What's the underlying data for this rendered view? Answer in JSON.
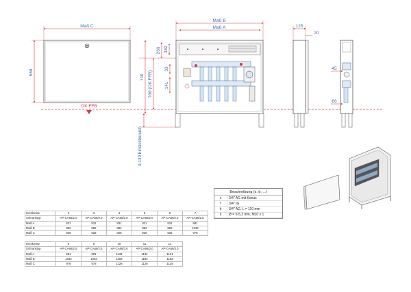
{
  "dims": {
    "mass_c": "Maß C",
    "mass_b": "Maß B",
    "mass_a": "Maß A",
    "d566": "566",
    "d710": "710",
    "d700": "700 (OK FFB)",
    "d266": "266",
    "d182": "182",
    "d33": "33",
    "d141": "141",
    "d125": "125",
    "d20": "20",
    "d45": "45",
    "d66": "66",
    "ok_ffb": "OK FFB",
    "einstell": "0-130 Einstellbereich"
  },
  "legend": {
    "title": "Beschreibung (s; b; ...)",
    "rows": [
      {
        "key": "s",
        "text": "3/4\" AG mit Konus"
      },
      {
        "key": "f",
        "text": "3/4\" IG"
      },
      {
        "key": "h",
        "text": "3/4\" AG, L = 110 mm"
      },
      {
        "key": "n",
        "text": "Ø = 5-5,2 mm, M10 x 1"
      }
    ]
  },
  "table1": {
    "rows": [
      [
        "Heizkreise",
        "2",
        "3",
        "4",
        "5",
        "6",
        "7"
      ],
      [
        "Schranktyp",
        "AP-CA66/2.0",
        "AP-CA66/2.0",
        "AP-CA66/2.0",
        "AP-CA66/2.0",
        "AP-CA66/2.0",
        "AP-CA66/2.5"
      ],
      [
        "Maß A",
        "831",
        "831",
        "831",
        "831",
        "831",
        "981"
      ],
      [
        "Maß B",
        "882",
        "882",
        "882",
        "882",
        "882",
        "1032"
      ],
      [
        "Maß C",
        "828",
        "828",
        "828",
        "828",
        "828",
        "978"
      ]
    ]
  },
  "table2": {
    "rows": [
      [
        "Heizkreise",
        "8",
        "9",
        "10",
        "11",
        "12"
      ],
      [
        "Schranktyp",
        "AP-CA66/2.5",
        "AP-CA66/2.5",
        "AP-CA66/3.0",
        "AP-CA66/3.0",
        "AP-CA66/3.0"
      ],
      [
        "Maß A",
        "981",
        "981",
        "1131",
        "1131",
        "1131"
      ],
      [
        "Maß B",
        "1032",
        "1032",
        "1182",
        "1182",
        "1182"
      ],
      [
        "Maß C",
        "978",
        "978",
        "1128",
        "1128",
        "1128"
      ]
    ]
  },
  "colors": {
    "dim_red": "#d9383f",
    "line_blue": "#3a6fb0",
    "outline": "#444444"
  }
}
